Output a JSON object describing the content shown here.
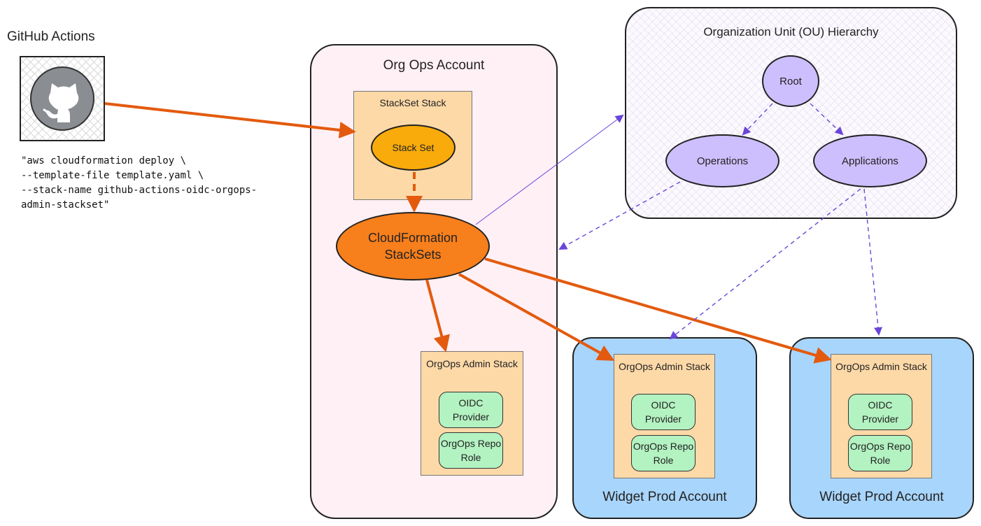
{
  "github": {
    "title": "GitHub Actions",
    "icon": "github-octocat-icon",
    "command": "\"aws cloudformation deploy \\\n--template-file template.yaml \\\n--stack-name github-actions-oidc-orgops-\nadmin-stackset\""
  },
  "org_ops": {
    "title": "Org Ops Account",
    "stackset_stack_title": "StackSet Stack",
    "stack_set_label": "Stack Set",
    "cloudformation_label": "CloudFormation\nStackSets",
    "admin_stack": {
      "title": "OrgOps Admin Stack",
      "oidc": "OIDC Provider",
      "role": "OrgOps Repo Role"
    }
  },
  "ou_hierarchy": {
    "title": "Organization Unit (OU) Hierarchy",
    "root": "Root",
    "operations": "Operations",
    "applications": "Applications"
  },
  "widget_accounts": [
    {
      "title": "Widget Prod Account",
      "admin_title": "OrgOps Admin Stack",
      "oidc": "OIDC Provider",
      "role": "OrgOps Repo Role"
    },
    {
      "title": "Widget Prod Account",
      "admin_title": "OrgOps Admin Stack",
      "oidc": "OIDC Provider",
      "role": "OrgOps Repo Role"
    }
  ],
  "colors": {
    "deploy_arrow": "#e35a0e",
    "ou_arrow": "#6a45d8",
    "org_ops_bg": "#fff0f5",
    "stack_bg": "#fdd9a8",
    "stack_set_fill": "#f9ab0b",
    "cloudformation_fill": "#f77f1c",
    "green_fill": "#b3f2c1",
    "ou_node_fill": "#cdbffd",
    "widget_bg": "#a8d5fb"
  }
}
